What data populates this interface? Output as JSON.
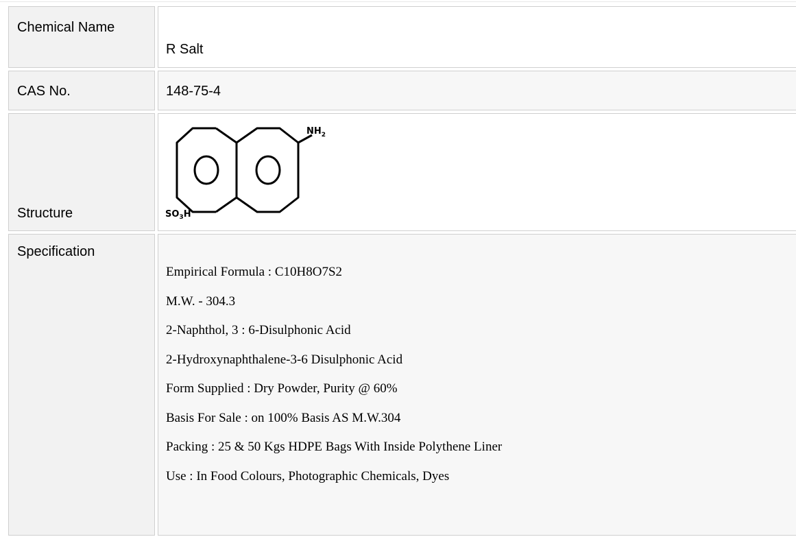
{
  "table": {
    "rows": [
      {
        "label": "Chemical Name",
        "value": "R Salt"
      },
      {
        "label": "CAS No.",
        "value": "148-75-4"
      },
      {
        "label": "Structure",
        "image": {
          "icon": "naphthalene-structure-icon",
          "substituents": {
            "amine": "NH",
            "amine_subscript": "2",
            "sulfonic": "SO",
            "sulfonic_subscript": "3",
            "sulfonic_suffix": "H"
          }
        }
      },
      {
        "label": "Specification",
        "lines": [
          "Empirical Formula : C10H8O7S2",
          "M.W. - 304.3",
          "2-Naphthol, 3 : 6-Disulphonic Acid",
          "2-Hydroxynaphthalene-3-6 Disulphonic Acid",
          "Form Supplied : Dry Powder, Purity @ 60%",
          "Basis For Sale : on 100% Basis AS M.W.304",
          "Packing : 25 & 50 Kgs HDPE Bags With Inside Polythene Liner",
          "Use : In Food Colours, Photographic Chemicals, Dyes"
        ]
      }
    ]
  }
}
